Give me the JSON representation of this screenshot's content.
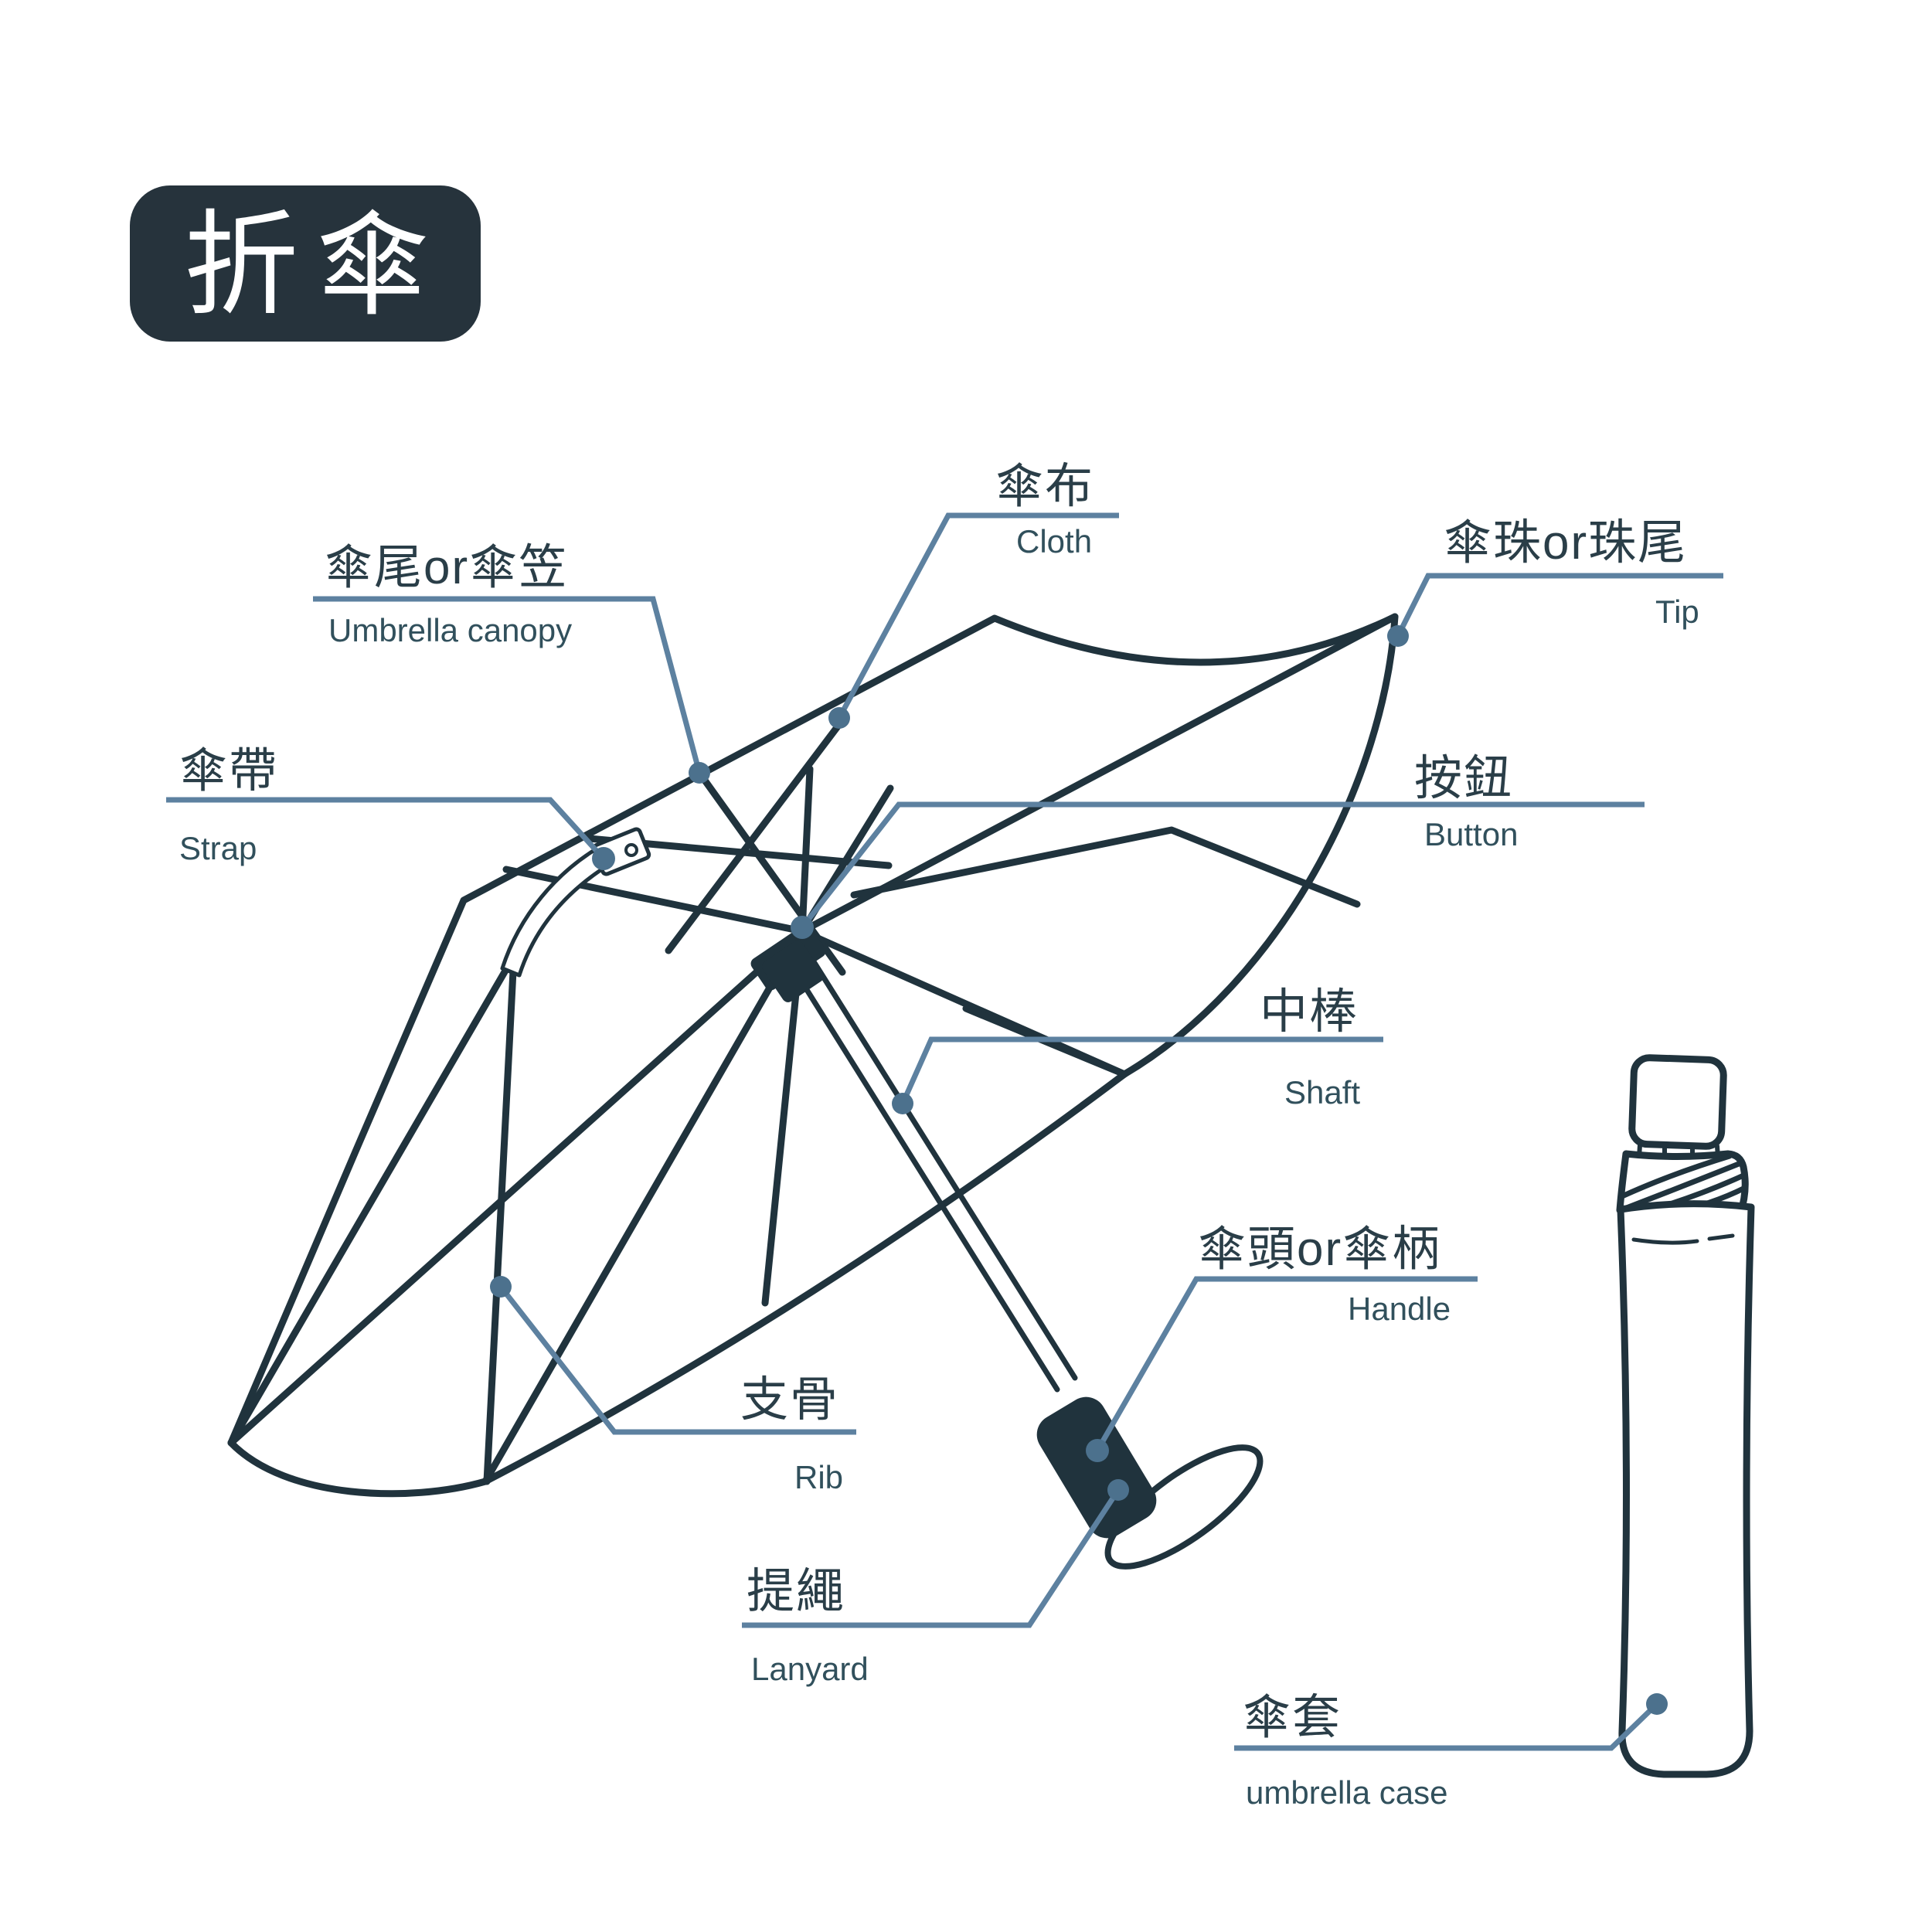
{
  "title": {
    "text": "折傘"
  },
  "colors": {
    "background": "#ffffff",
    "ink": "#20333d",
    "label_text_zh": "#2a3e48",
    "label_text_en": "#31505c",
    "leader_line": "#5d81a0",
    "anchor_dot": "#4c718d",
    "title_badge_bg": "#26333c",
    "title_badge_text": "#ffffff"
  },
  "labels": {
    "canopy": {
      "zh": "傘尾or傘笠",
      "en": "Umbrella canopy"
    },
    "cloth": {
      "zh": "傘布",
      "en": "Cloth"
    },
    "tip": {
      "zh": "傘珠or珠尾",
      "en": "Tip"
    },
    "strap": {
      "zh": "傘帶",
      "en": "Strap"
    },
    "button": {
      "zh": "按鈕",
      "en": "Button"
    },
    "shaft": {
      "zh": "中棒",
      "en": "Shaft"
    },
    "handle": {
      "zh": "傘頭or傘柄",
      "en": "Handle"
    },
    "rib": {
      "zh": "支骨",
      "en": "Rib"
    },
    "lanyard": {
      "zh": "提繩",
      "en": "Lanyard"
    },
    "case": {
      "zh": "傘套",
      "en": "umbrella case"
    }
  }
}
